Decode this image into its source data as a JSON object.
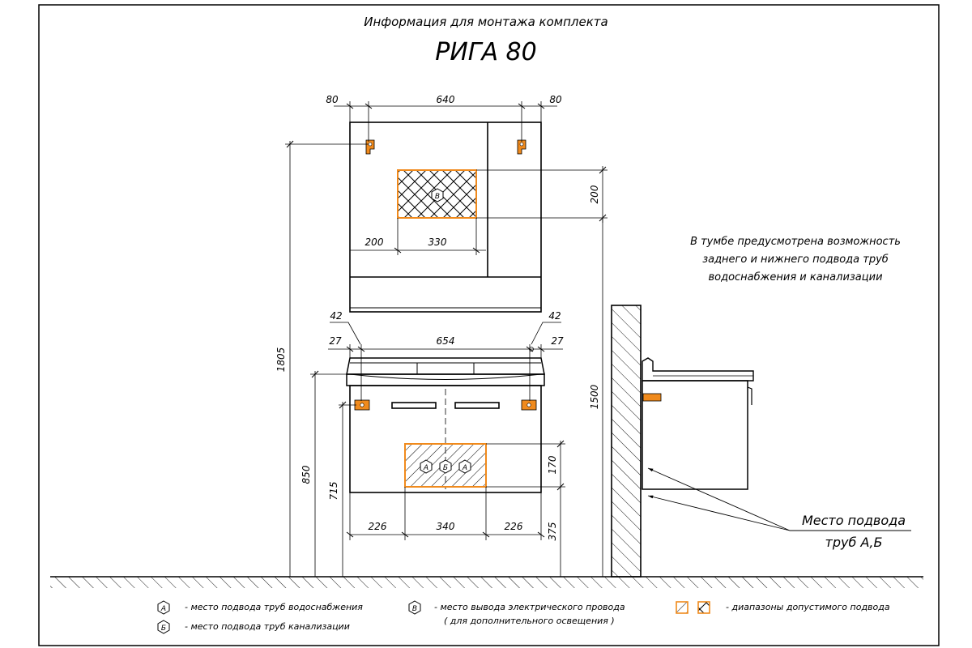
{
  "header": {
    "subtitle": "Информация для монтажа комплекта",
    "title": "РИГА 80"
  },
  "dims": {
    "top_left": "80",
    "top_mid": "640",
    "top_right": "80",
    "mirror_200_h": "200",
    "mirror_200": "200",
    "mirror_330": "330",
    "total_height": "1805",
    "install_height": "1500",
    "l42": "42",
    "r42": "42",
    "l27": "27",
    "mid654": "654",
    "r27": "27",
    "h850": "850",
    "h715": "715",
    "h170": "170",
    "h375": "375",
    "b226l": "226",
    "b340": "340",
    "b226r": "226"
  },
  "notes": {
    "line1": "В тумбе предусмотрена возможность",
    "line2": "заднего и нижнего подвода труб",
    "line3": "водоснабжения и канализации"
  },
  "callout": {
    "line1": "Место подвода",
    "line2": "труб А,Б"
  },
  "markers": {
    "a": "А",
    "b": "Б",
    "v": "В"
  },
  "legend": {
    "a": "- место подвода труб водоснабжения",
    "b": "- место подвода труб канализации",
    "v1": "- место вывода электрического провода",
    "v2": "( для дополнительного освещения )",
    "zones": "- диапазоны допустимого подвода"
  },
  "colors": {
    "accent": "#f08a1c",
    "line": "#000000"
  }
}
